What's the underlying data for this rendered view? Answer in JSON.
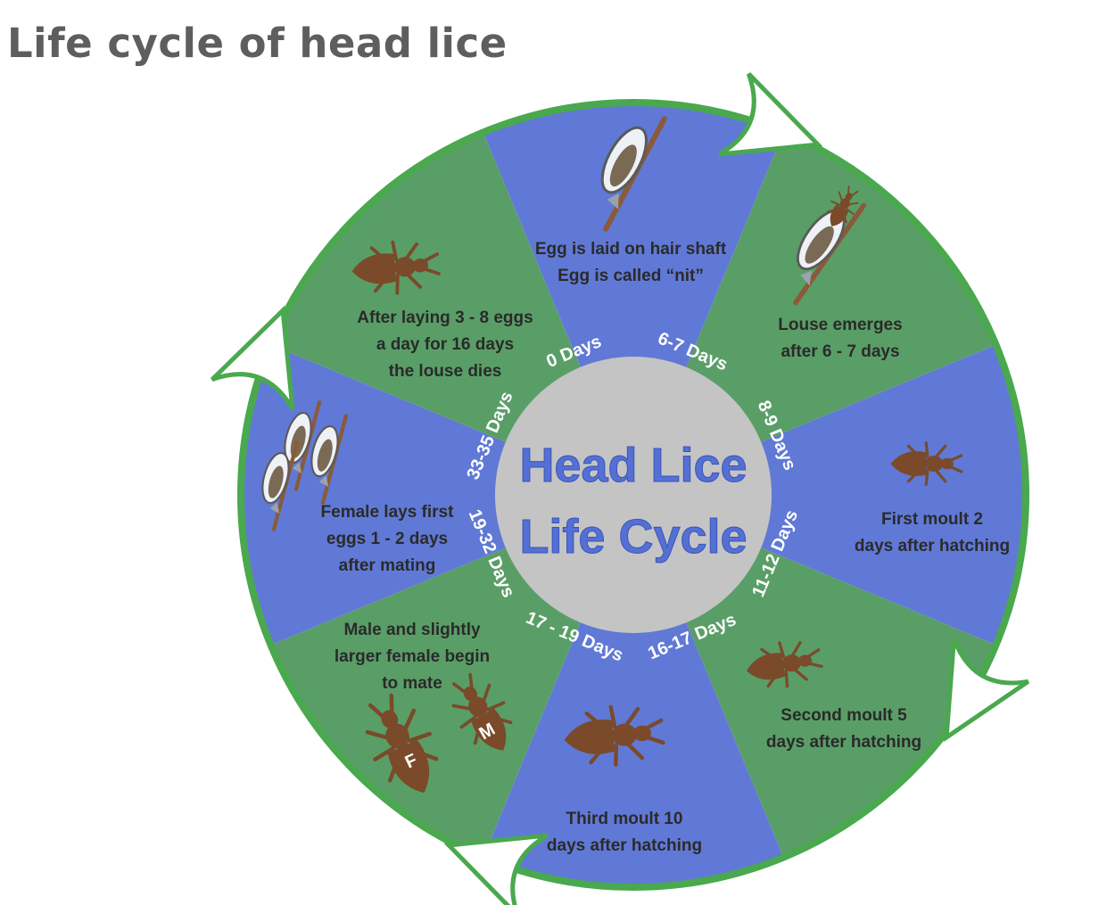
{
  "title": "Life cycle of head lice",
  "center": {
    "line1": "Head Lice",
    "line2": "Life Cycle"
  },
  "colors": {
    "blue_segment": "#6079d6",
    "green_segment": "#5a9e67",
    "ring": "#4aa84e",
    "hub": "#c4c4c4",
    "louse": "#7a4a2a",
    "title_text": "#5e5e5e",
    "center_text": "#5470d4"
  },
  "stages": [
    {
      "day": "0 Days",
      "lines": [
        "Egg is laid on hair shaft",
        "Egg is called “nit”"
      ],
      "icon": "nit-on-hair-icon"
    },
    {
      "day": "6-7 Days",
      "lines": [
        "Louse emerges",
        "after 6 - 7 days"
      ],
      "icon": "hatching-louse-icon"
    },
    {
      "day": "8-9 Days",
      "lines": [
        "First moult 2",
        "days after hatching"
      ],
      "icon": "nymph-louse-icon"
    },
    {
      "day": "11-12 Days",
      "lines": [
        "Second moult 5",
        "days after hatching"
      ],
      "icon": "nymph-louse-icon"
    },
    {
      "day": "16-17 Days",
      "lines": [
        "Third moult 10",
        "days after hatching"
      ],
      "icon": "adult-louse-icon"
    },
    {
      "day": "17 - 19 Days",
      "lines": [
        "Male and slightly",
        "larger female begin",
        "to mate"
      ],
      "icon": "mating-lice-icon",
      "male_letter": "M",
      "female_letter": "F"
    },
    {
      "day": "19-32 Days",
      "lines": [
        "Female lays first",
        "eggs 1 - 2 days",
        "after mating"
      ],
      "icon": "eggs-on-hair-icon"
    },
    {
      "day": "33-35 Days",
      "lines": [
        "After laying 3 - 8 eggs",
        "a day for 16 days",
        "the louse dies"
      ],
      "icon": "dead-louse-icon"
    }
  ]
}
